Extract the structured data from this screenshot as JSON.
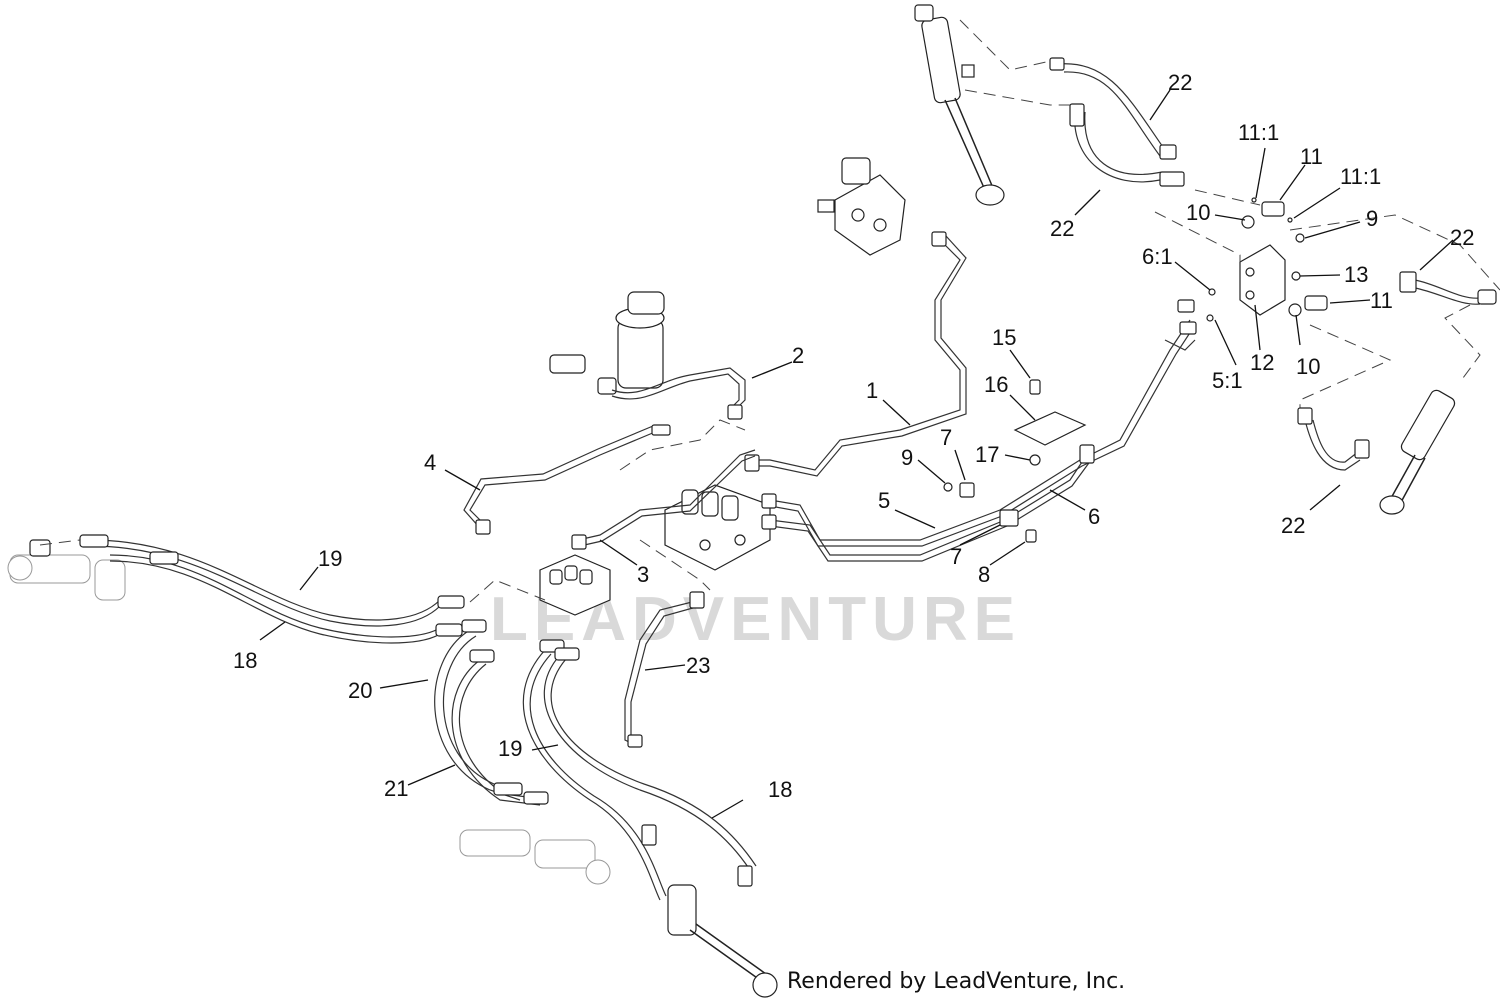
{
  "watermark": "LEADVENTURE",
  "credit": "Rendered by LeadVenture, Inc.",
  "callouts": [
    {
      "id": "c1",
      "text": "1"
    },
    {
      "id": "c2",
      "text": "2"
    },
    {
      "id": "c3",
      "text": "3"
    },
    {
      "id": "c4",
      "text": "4"
    },
    {
      "id": "c5",
      "text": "5"
    },
    {
      "id": "c5_1",
      "text": "5:1"
    },
    {
      "id": "c6",
      "text": "6"
    },
    {
      "id": "c6_1",
      "text": "6:1"
    },
    {
      "id": "c7a",
      "text": "7"
    },
    {
      "id": "c7b",
      "text": "7"
    },
    {
      "id": "c8",
      "text": "8"
    },
    {
      "id": "c9a",
      "text": "9"
    },
    {
      "id": "c9b",
      "text": "9"
    },
    {
      "id": "c10a",
      "text": "10"
    },
    {
      "id": "c10b",
      "text": "10"
    },
    {
      "id": "c11a",
      "text": "11"
    },
    {
      "id": "c11b",
      "text": "11"
    },
    {
      "id": "c11_1a",
      "text": "11:1"
    },
    {
      "id": "c11_1b",
      "text": "11:1"
    },
    {
      "id": "c12",
      "text": "12"
    },
    {
      "id": "c13",
      "text": "13"
    },
    {
      "id": "c15",
      "text": "15"
    },
    {
      "id": "c16",
      "text": "16"
    },
    {
      "id": "c17",
      "text": "17"
    },
    {
      "id": "c18a",
      "text": "18"
    },
    {
      "id": "c18b",
      "text": "18"
    },
    {
      "id": "c19a",
      "text": "19"
    },
    {
      "id": "c19b",
      "text": "19"
    },
    {
      "id": "c20",
      "text": "20"
    },
    {
      "id": "c21",
      "text": "21"
    },
    {
      "id": "c22a",
      "text": "22"
    },
    {
      "id": "c22b",
      "text": "22"
    },
    {
      "id": "c22c",
      "text": "22"
    },
    {
      "id": "c22d",
      "text": "22"
    },
    {
      "id": "c23",
      "text": "23"
    }
  ]
}
